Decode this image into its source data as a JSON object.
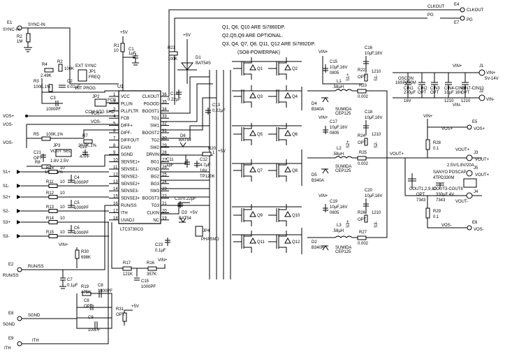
{
  "notes": {
    "line1": "Q1, Q6, Q10 ARE Si7860DP.",
    "line2": "Q2,Q5,Q9 ARE OPTIONAL.",
    "line3": "Q3, Q4, Q7, Q8, Q11, Q12 ARE Si7892DP.",
    "line4": "(SO8-POWERPAK)"
  },
  "ic": {
    "ref": "U1",
    "part": "LTC3730CG",
    "left_pins": [
      {
        "num": "1",
        "name": "VCC"
      },
      {
        "num": "2",
        "name": "PLLIN"
      },
      {
        "num": "3",
        "name": "PLLFLTR"
      },
      {
        "num": "4",
        "name": "FCB"
      },
      {
        "num": "5",
        "name": "DIFF+"
      },
      {
        "num": "6",
        "name": "DIFF-"
      },
      {
        "num": "7",
        "name": "DIFFOUT"
      },
      {
        "num": "8",
        "name": "EAIN"
      },
      {
        "num": "9",
        "name": "SGND"
      },
      {
        "num": "10",
        "name": "SENSE1+"
      },
      {
        "num": "11",
        "name": "SENSE1-"
      },
      {
        "num": "12",
        "name": "SENSE2-"
      },
      {
        "num": "13",
        "name": "SENSE2+"
      },
      {
        "num": "14",
        "name": "SENSE3-"
      },
      {
        "num": "15",
        "name": "SENSE3+"
      },
      {
        "num": "16",
        "name": "RUN/SS"
      },
      {
        "num": "17",
        "name": "ITH"
      },
      {
        "num": "18",
        "name": "UVADJ"
      }
    ],
    "right_pins": [
      {
        "num": "36",
        "name": "CLKOUT"
      },
      {
        "num": "35",
        "name": "PGOOD"
      },
      {
        "num": "34",
        "name": "BOOST1"
      },
      {
        "num": "33",
        "name": "TG1"
      },
      {
        "num": "32",
        "name": "SW1"
      },
      {
        "num": "31",
        "name": "BOOST2"
      },
      {
        "num": "30",
        "name": "TG2"
      },
      {
        "num": "29",
        "name": "SW2"
      },
      {
        "num": "28",
        "name": "DRVIN"
      },
      {
        "num": "27",
        "name": "BG1"
      },
      {
        "num": "26",
        "name": "PGND"
      },
      {
        "num": "25",
        "name": "BG2"
      },
      {
        "num": "24",
        "name": "BG3"
      },
      {
        "num": "23",
        "name": "SW3"
      },
      {
        "num": "22",
        "name": "BOOST3"
      },
      {
        "num": "21",
        "name": "TG3"
      },
      {
        "num": "20",
        "name": "CLKIN"
      },
      {
        "num": "19",
        "name": "NC"
      }
    ]
  },
  "left_terminals": [
    {
      "ref": "E1",
      "label": "SYNC-IN",
      "net": "SYNC-IN"
    },
    {
      "ref": "E2",
      "label": "RUN/SS",
      "net": "RUN/SS"
    },
    {
      "ref": "E8",
      "label": "SGND",
      "net": "SGND"
    },
    {
      "ref": "E9",
      "label": "ITH",
      "net": "ITH"
    }
  ],
  "right_terminals": [
    {
      "ref": "E4",
      "label": "CLKOUT"
    },
    {
      "ref": "E7",
      "label": "PG"
    },
    {
      "ref": "J1",
      "label": "VIN+",
      "sub": "5V-14V"
    },
    {
      "ref": "J2",
      "label": "VIN-"
    },
    {
      "ref": "E5",
      "label": "VOS+"
    },
    {
      "ref": "J3",
      "label": "VOUT+"
    },
    {
      "ref": "J5",
      "label": "VOUT+",
      "sub": "2.5V/1.8V/20A"
    },
    {
      "ref": "J4",
      "label": "VOUT-"
    },
    {
      "ref": "E6",
      "label": "VOS-"
    }
  ],
  "sense_nets": [
    "S1+",
    "S1-",
    "S2+",
    "S2-",
    "S3+",
    "S3-"
  ],
  "labels": {
    "p5v": "+5V",
    "vin": "VIN+",
    "vinm": "VIN-",
    "vos_p": "VOS+",
    "vos_m": "VOS-",
    "vout": "VOUT+",
    "voutm": "VOUT-",
    "sync": "SYNC-IN",
    "ext_sync": "EXT SYNC",
    "int_prog": "INT PROG",
    "jp1": "JP1",
    "jp1_sub": "FREQ",
    "jp2": "JP2",
    "jp2_sub": "FCB",
    "jp2_opts": "CCM STG SHD",
    "jp3": "JP3",
    "jp3_sub": "VOUT SEL",
    "jp3_opts": "1.8V  2.5V",
    "jp4": "JP4",
    "jp4_sub": "PHASMD",
    "d1": "D1",
    "d1_part": "BAT54S",
    "d2": "D2",
    "d2_part": "B340A",
    "d3": "D3",
    "d3_part": "BAT54",
    "d4": "D4",
    "d4_part": "B340A",
    "d5": "D5",
    "d5_part": "B340A",
    "d6": "D6",
    "d6_part": "BAT54",
    "oscon": "OSCON",
    "oscon_part": "16SP270M",
    "sanyo": "SANYO POSCAP",
    "sanyo_part": "4TPD330M"
  },
  "mosfets": [
    "Q1",
    "Q2",
    "Q3",
    "Q4",
    "Q5",
    "Q6",
    "Q7",
    "Q8",
    "Q9",
    "Q10",
    "Q11",
    "Q12"
  ],
  "components": {
    "R1": {
      "ref": "R1",
      "val": "10"
    },
    "C1": {
      "ref": "C1",
      "val": "1µF"
    },
    "R2": {
      "ref": "R2",
      "val": "1M"
    },
    "R4": {
      "ref": "R4",
      "val": "2.49K"
    },
    "R2b": {
      "ref": "R2",
      "val": "100K"
    },
    "R3": {
      "ref": "R3",
      "val": "100K,1%"
    },
    "C2": {
      "ref": "C2",
      "val": "0.01µF"
    },
    "C3": {
      "ref": "C3",
      "val": "1000PF"
    },
    "R5": {
      "ref": "R5",
      "val": "100K,1%"
    },
    "R7": {
      "ref": "R7",
      "val": "20.0K,1%"
    },
    "R8": {
      "ref": "R8",
      "val": "16.9K,1%"
    },
    "C21": {
      "ref": "C21",
      "val": "OPT"
    },
    "C22": {
      "ref": "C22",
      "val": "47PF"
    },
    "R21": {
      "ref": "R21",
      "val": "100K"
    },
    "C14": {
      "ref": "C14",
      "val": "0.22µF"
    },
    "C13": {
      "ref": "C13",
      "val": "0.22µF"
    },
    "C11": {
      "ref": "C11",
      "val": "1µF"
    },
    "R20": {
      "ref": "R20",
      "val": "1"
    },
    "C12": {
      "ref": "C12",
      "val": "4.7µF"
    },
    "C12v": {
      "ref": "16V",
      "val": "TP1206"
    },
    "C10": {
      "ref": "C10",
      "val": "0.22µF"
    },
    "C23": {
      "ref": "C23",
      "val": "0.1µF"
    },
    "R18": {
      "ref": "R18",
      "val": "10"
    },
    "C4": {
      "ref": "C4",
      "val": "1000PF"
    },
    "R11": {
      "ref": "R11",
      "val": "10"
    },
    "R12": {
      "ref": "R12",
      "val": "10"
    },
    "C5": {
      "ref": "C5",
      "val": "1000PF"
    },
    "R13": {
      "ref": "R13",
      "val": "10"
    },
    "R14": {
      "ref": "R14",
      "val": "10"
    },
    "C6": {
      "ref": "C6",
      "val": "1000PF"
    },
    "R15": {
      "ref": "R15",
      "val": "10"
    },
    "R30": {
      "ref": "R30",
      "val": "698K"
    },
    "C7": {
      "ref": "C7",
      "val": "0.1µF"
    },
    "R17": {
      "ref": "R17",
      "val": "121K"
    },
    "R16": {
      "ref": "R16",
      "val": "357K"
    },
    "C15": {
      "ref": "C15",
      "val": "1000PF"
    },
    "R19": {
      "ref": "R19",
      "val": "475K"
    },
    "C8": {
      "ref": "C8",
      "val": "1800PF"
    },
    "C8o": {
      "ref": "C8",
      "val": "OPT"
    },
    "C9": {
      "ref": "C9",
      "val": "100PF"
    },
    "R31": {
      "ref": "R31",
      "val": "OPT"
    },
    "C16": {
      "ref": "C16",
      "val": "10µF,16V"
    },
    "C16b": {
      "ref": "",
      "val": "1210"
    },
    "C15b": {
      "ref": "C15",
      "val": "10µF,16V"
    },
    "C15c": {
      "ref": "",
      "val": "0805"
    },
    "R22": {
      "ref": "R22",
      "val": "OPT"
    },
    "R23": {
      "ref": "R23",
      "val": "0.002"
    },
    "L1": {
      "ref": "L1",
      "val": ".58µH"
    },
    "L1p": {
      "ref": "SUMIDA",
      "val": "CEP125"
    },
    "C17": {
      "ref": "C17",
      "val": "10µF,16V"
    },
    "C17b": {
      "ref": "",
      "val": "0805"
    },
    "C18": {
      "ref": "C18",
      "val": "10µF,16V"
    },
    "C18b": {
      "ref": "",
      "val": "1210"
    },
    "R24": {
      "ref": "R24",
      "val": "OPT"
    },
    "R25": {
      "ref": "R25",
      "val": "0.002"
    },
    "L2": {
      "ref": "L2",
      "val": ".58µH"
    },
    "L2p": {
      "ref": "SUMIDA",
      "val": "CEP125"
    },
    "C19": {
      "ref": "C19",
      "val": "10µF,16V"
    },
    "C19b": {
      "ref": "",
      "val": "0805"
    },
    "C20": {
      "ref": "C20",
      "val": "10µF,16V"
    },
    "C20b": {
      "ref": "",
      "val": "1210"
    },
    "R26": {
      "ref": "R26",
      "val": "OPT"
    },
    "R27": {
      "ref": "R27",
      "val": "0.002"
    },
    "L3": {
      "ref": "L3",
      "val": ".58µH"
    },
    "L3p": {
      "ref": "SUMIDA",
      "val": "CEP125"
    },
    "CIN1": {
      "ref": "CIN1",
      "val": "270µF"
    },
    "CIN1v": {
      "ref": "",
      "val": "16V"
    },
    "CIN2": {
      "ref": "CIN2",
      "val": "OPT"
    },
    "CIN3": {
      "ref": "CIN3",
      "val": "OPT"
    },
    "CIN4": {
      "ref": "CIN4-CIN6",
      "val": "10µF 16V"
    },
    "CIN4b": {
      "ref": "",
      "val": "1210"
    },
    "CIN7": {
      "ref": "CIN7-CIN10",
      "val": "OPT"
    },
    "CIN7b": {
      "ref": "",
      "val": "1210"
    },
    "R28": {
      "ref": "R28",
      "val": "0.1"
    },
    "R29": {
      "ref": "R29",
      "val": "0.1"
    },
    "COUT1": {
      "ref": "COUT1,2,9,10",
      "val": "OPT"
    },
    "COUT1b": {
      "ref": "",
      "val": "7343"
    },
    "COUT3": {
      "ref": "COUT3-COUT8",
      "val": "330µF 4V"
    },
    "COUT3b": {
      "ref": "",
      "val": "7343"
    }
  }
}
